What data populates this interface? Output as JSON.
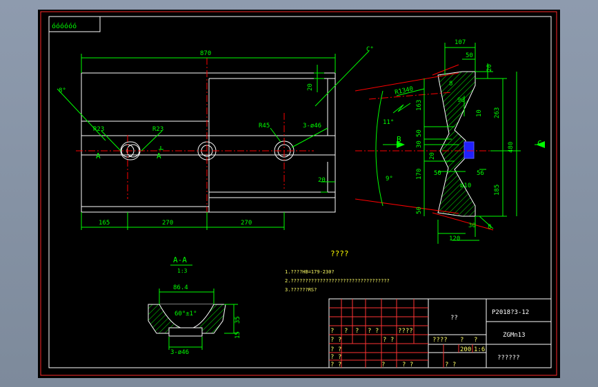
{
  "colors": {
    "background": "#8d9aab",
    "sheet": "#000000",
    "outline": "#ffffff",
    "dimension": "#00ff00",
    "centerline": "#ff0000",
    "hatch": "#00ff00",
    "section": "#3b3bff"
  },
  "corner_tag": "óóóóóó",
  "front_view": {
    "overall_length": "870",
    "dim_20_top": "20",
    "dim_20_bottom": "20",
    "angle_left": "8°",
    "angle_top": "C°",
    "r23_left": "R23",
    "r23_right": "R23",
    "r45": "R45",
    "holes": "3-ø46",
    "section_a_left": "A",
    "section_a_right": "A",
    "span_165": "165",
    "span_270_a": "270",
    "span_270_b": "270"
  },
  "side_view": {
    "w107": "107",
    "w50": "50",
    "d20": "20",
    "r1340": "R1340",
    "angle_11": "11°",
    "angle_9": "9°",
    "d163": "163",
    "d50a": "50",
    "d30": "30",
    "d20b": "20",
    "d170": "170",
    "d50b": "50",
    "d10": "10",
    "d263": "263",
    "d480": "480",
    "d185": "185",
    "d56": "56",
    "d50c": "50",
    "d30b": "30",
    "d8": "8",
    "d8b": "8",
    "d120": "120",
    "b_label": "B",
    "c_label": "C",
    "d90": "90",
    "d810": "ø10"
  },
  "section_view": {
    "title": "A-A",
    "scale": "1:3",
    "w864": "86.4",
    "angle": "60°±1°",
    "h35": "35",
    "h15": "15",
    "holes": "3-ø46"
  },
  "notes": {
    "heading": "????",
    "line1": "1.????HB=179-230?",
    "line2": "2.??????????????????????????????????",
    "line3": "3.??????RS?"
  },
  "title_block": {
    "drawing_no": "P2018?3-12",
    "material": "ZGMn13",
    "part_name": "??",
    "company": "??????",
    "small_q": "?",
    "q2": "? ?",
    "q4": "????",
    "mid_label": "????",
    "val_200": "200",
    "val_scale": "1:6"
  }
}
